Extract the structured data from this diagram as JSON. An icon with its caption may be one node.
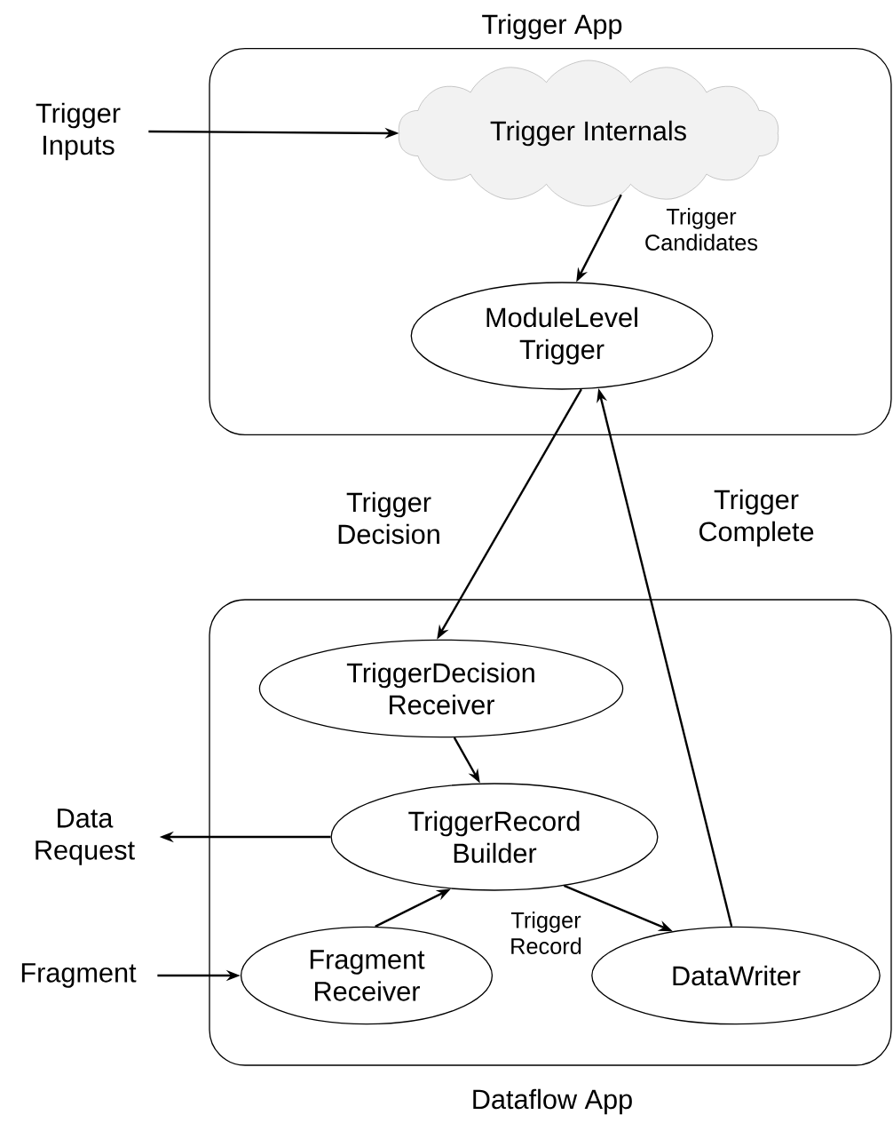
{
  "diagram": {
    "nodes": [
      {
        "text": [
          "Trigger App"
        ]
      },
      {
        "text": [
          "Trigger Inputs"
        ]
      },
      {
        "text": [
          "Trigger Internals"
        ],
        "in": 0
      },
      {
        "text": [
          "ModuleLevel Trigger"
        ],
        "in": 0
      },
      {
        "text": [
          "Dataflow App"
        ]
      },
      {
        "text": [
          "TriggerDecision Receiver"
        ],
        "in": 4
      },
      {
        "text": [
          "TriggerRecord Builder"
        ],
        "in": 4
      },
      {
        "text": [
          "Data Request"
        ]
      },
      {
        "text": [
          "Fragment"
        ]
      },
      {
        "text": [
          "Fragment Receiver"
        ],
        "in": 4
      },
      {
        "text": [
          "DataWriter"
        ],
        "in": 4
      }
    ],
    "edges": [
      {
        "from": 1,
        "to": 2,
        "arrow": "to"
      },
      {
        "from": 2,
        "to": 3,
        "arrow": "to",
        "label": "Trigger Candidates"
      },
      {
        "from": 3,
        "to": 5,
        "arrow": "to",
        "label": "Trigger Decision"
      },
      {
        "from": 10,
        "to": 3,
        "arrow": "to",
        "label": "Trigger Complete"
      },
      {
        "from": 5,
        "to": 6,
        "arrow": "to"
      },
      {
        "from": 6,
        "to": 7,
        "arrow": "to"
      },
      {
        "from": 9,
        "to": 6,
        "arrow": "to"
      },
      {
        "from": 6,
        "to": 10,
        "arrow": "to",
        "label": "Trigger Record"
      },
      {
        "from": 8,
        "to": 9,
        "arrow": "to"
      }
    ]
  }
}
